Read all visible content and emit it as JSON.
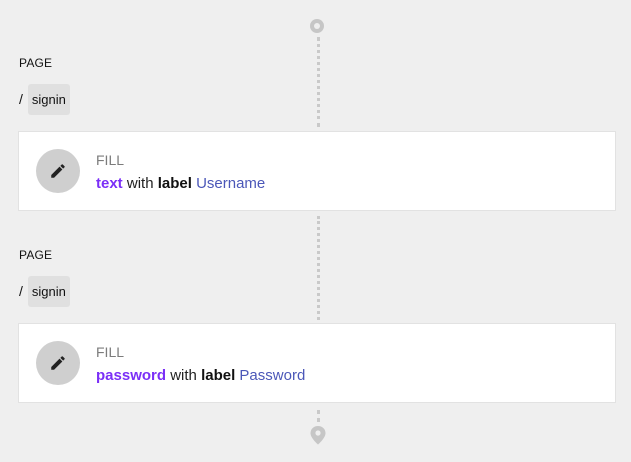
{
  "timeline": {
    "start_icon": "circle-marker-icon",
    "end_icon": "map-pin-icon"
  },
  "steps": [
    {
      "section_label": "PAGE",
      "page_prefix": "/",
      "page_name": "signin",
      "action_icon": "pencil-icon",
      "action": "FILL",
      "field_type": "text",
      "with_text": "with",
      "label_text": "label",
      "field_label": "Username"
    },
    {
      "section_label": "PAGE",
      "page_prefix": "/",
      "page_name": "signin",
      "action_icon": "pencil-icon",
      "action": "FILL",
      "field_type": "password",
      "with_text": "with",
      "label_text": "label",
      "field_label": "Password"
    }
  ],
  "colors": {
    "background": "#efefef",
    "field_type": "#7b2ff7",
    "field_label": "#4b57b8",
    "icon_circle": "#cfcfcf"
  }
}
